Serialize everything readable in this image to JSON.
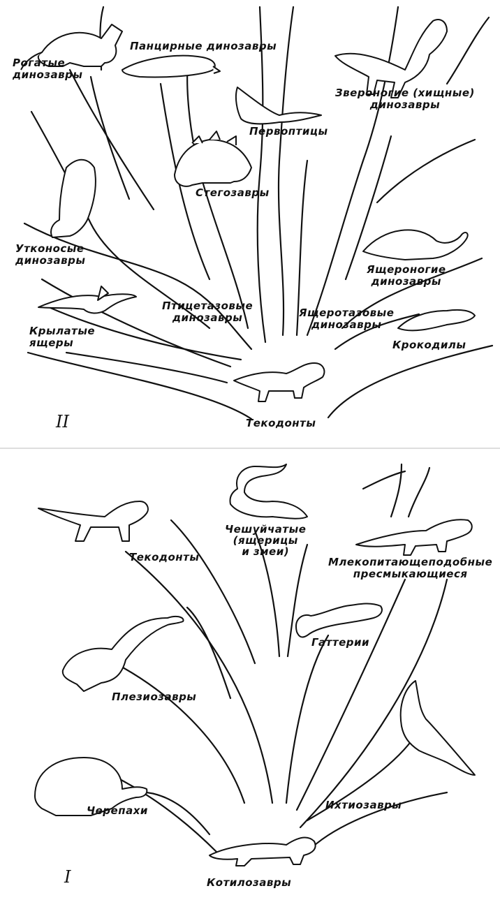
{
  "upper_tree": {
    "marker": "II",
    "root": "Текодонты",
    "groups": {
      "horned": [
        "Рогатые",
        "динозавры"
      ],
      "armored": "Панцирные динозавры",
      "theropods": [
        "Звероногие (хищные)",
        "динозавры"
      ],
      "first_birds": "Первоптицы",
      "stegosaurs": "Стегозавры",
      "duckbilled": [
        "Утконосые",
        "динозавры"
      ],
      "sauropods": [
        "Ящероногие",
        "динозавры"
      ],
      "pterosaurs": [
        "Крылатые",
        "ящеры"
      ],
      "ornithischians": [
        "Птицетазовые",
        "динозавры"
      ],
      "saurischians": [
        "Ящеротазовые",
        "динозавры"
      ],
      "crocodiles": "Крокодилы"
    }
  },
  "lower_tree": {
    "marker": "I",
    "root": "Котилозавры",
    "groups": {
      "thecodonts": "Текодонты",
      "squamates": [
        "Чешуйчатые",
        "(ящерицы",
        "и змеи)"
      ],
      "mammal_like": [
        "Млекопитающеподобные",
        "пресмыкающиеся"
      ],
      "tuatara": "Гаттерии",
      "plesiosaurs": "Плезиозавры",
      "turtles": "Черепахи",
      "ichthyosaurs": "Ихтиозавры"
    }
  }
}
